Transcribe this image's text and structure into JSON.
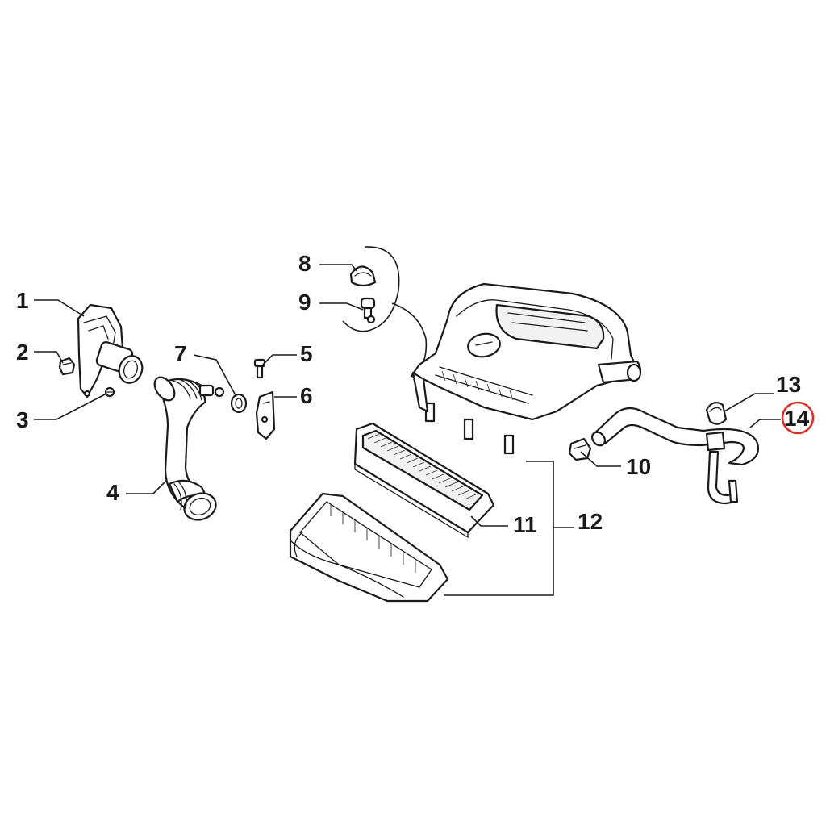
{
  "diagram": {
    "callouts": [
      {
        "label": "1"
      },
      {
        "label": "2"
      },
      {
        "label": "3"
      },
      {
        "label": "4"
      },
      {
        "label": "5"
      },
      {
        "label": "6"
      },
      {
        "label": "7"
      },
      {
        "label": "8"
      },
      {
        "label": "9"
      },
      {
        "label": "10"
      },
      {
        "label": "11"
      },
      {
        "label": "12"
      },
      {
        "label": "13"
      },
      {
        "label": "14",
        "highlighted": true
      }
    ],
    "highlight_color": "#d93025",
    "line_color": "#1a1a1a"
  }
}
